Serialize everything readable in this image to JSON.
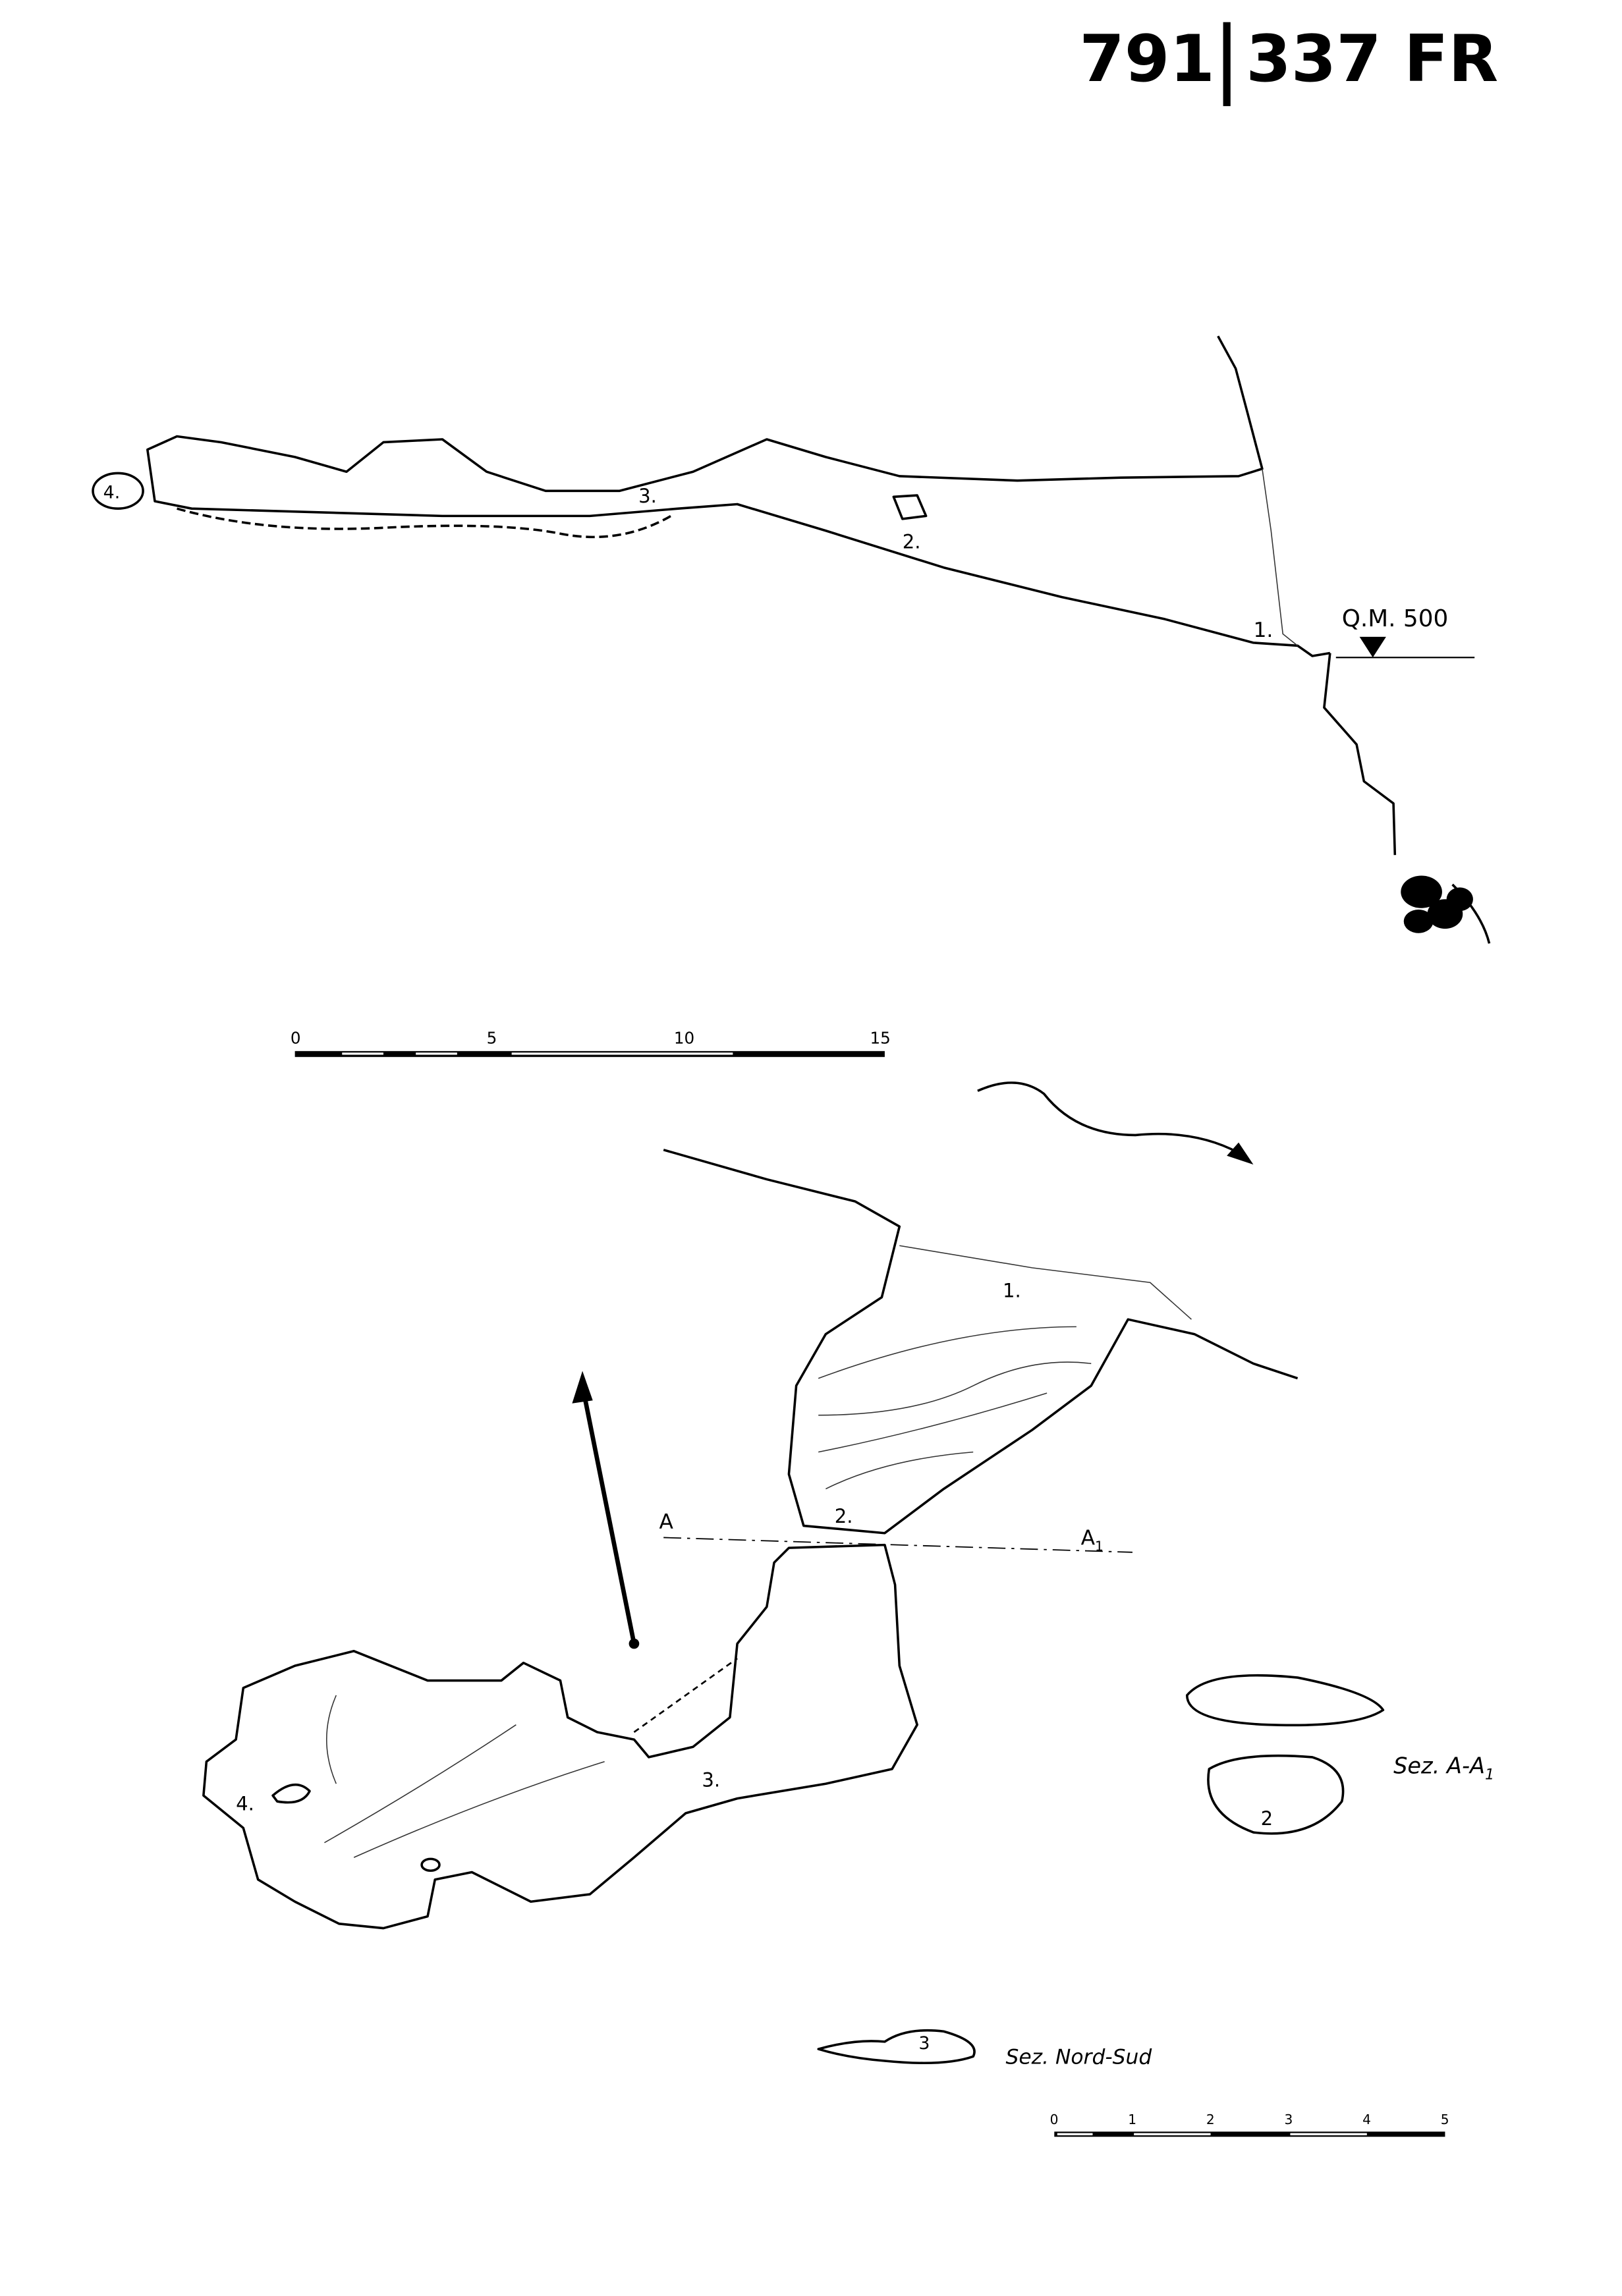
{
  "header": {
    "catalog_number": "791",
    "code": "337 FR"
  },
  "profile": {
    "labels": [
      "1.",
      "2.",
      "3.",
      "4."
    ],
    "elevation_label": "Q.M. 500",
    "scale_ticks": [
      "0",
      "5",
      "10",
      "15"
    ]
  },
  "plan": {
    "labels": [
      "1.",
      "2.",
      "3.",
      "4."
    ],
    "section_line_start": "A",
    "section_line_end": "A",
    "section_line_end_sub": "1"
  },
  "section_aa1": {
    "title": "Sez. A-A",
    "title_sub": "1",
    "label": "2"
  },
  "section_ns": {
    "title": "Sez. Nord-Sud",
    "label": "3"
  },
  "plan_scale": {
    "ticks": [
      "0",
      "1",
      "2",
      "3",
      "4",
      "5"
    ]
  }
}
